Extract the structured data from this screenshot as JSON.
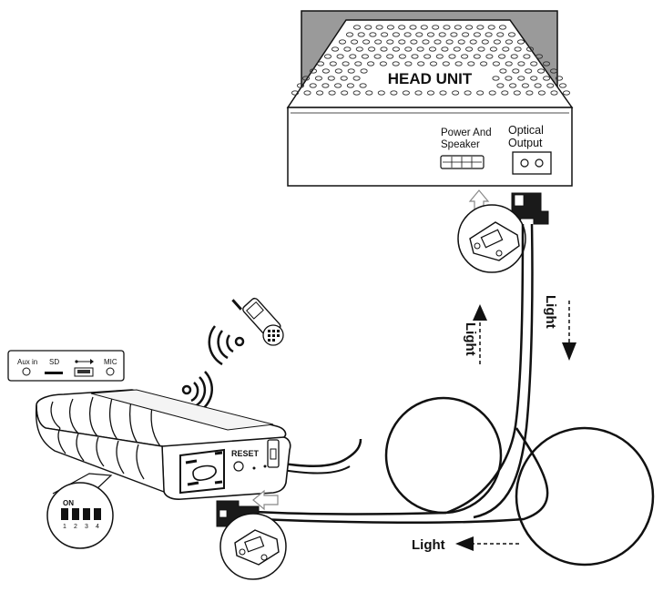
{
  "head_unit": {
    "title": "HEAD UNIT",
    "port_power_speaker_line1": "Power And",
    "port_power_speaker_line2": "Speaker",
    "port_optical_line1": "Optical",
    "port_optical_line2": "Output"
  },
  "control_box": {
    "reset_label": "RESET",
    "side_panel": {
      "aux_label": "Aux in",
      "sd_label": "SD",
      "usb_label": "USB",
      "mic_label": "MIC"
    },
    "dip_switch": {
      "on_label": "ON",
      "numbers": [
        "1",
        "2",
        "3",
        "4"
      ]
    }
  },
  "light_labels": {
    "up": "Light",
    "down": "Light",
    "left": "Light"
  },
  "icons": [
    "phone-icon",
    "usb-icon",
    "wireless-signal-icon"
  ]
}
